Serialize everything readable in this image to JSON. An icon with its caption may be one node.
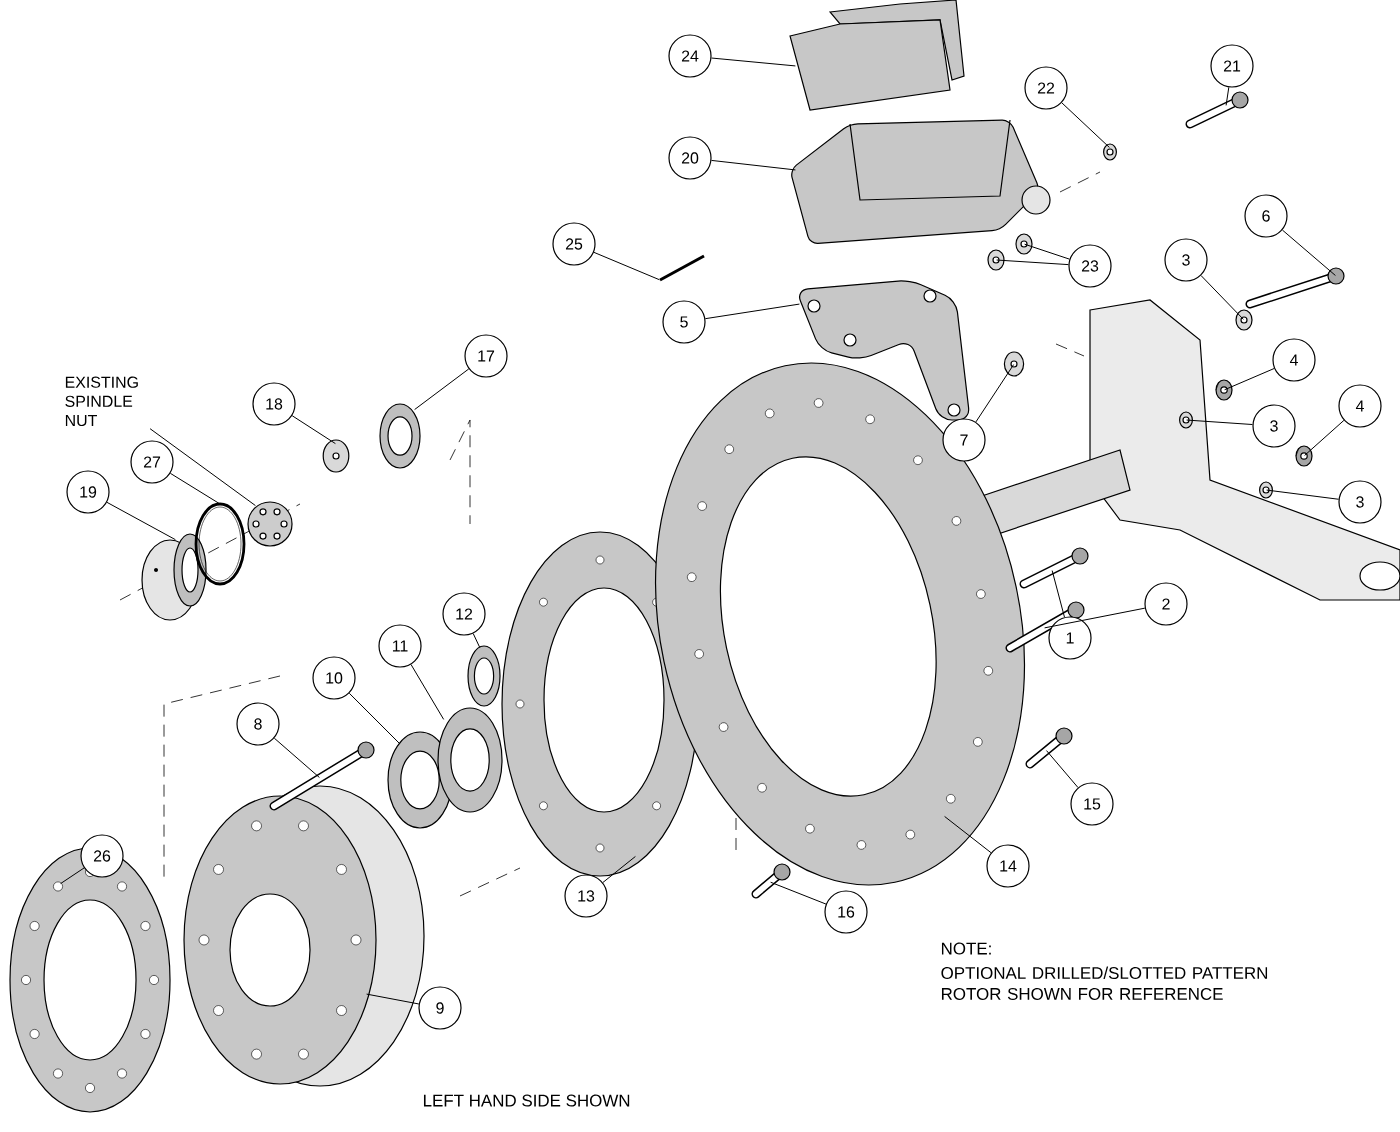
{
  "diagram": {
    "nodes": [
      {
        "text": [
          "1"
        ]
      },
      {
        "text": [
          "2"
        ]
      },
      {
        "text": [
          "3"
        ]
      },
      {
        "text": [
          "3"
        ]
      },
      {
        "text": [
          "3"
        ]
      },
      {
        "text": [
          "4"
        ]
      },
      {
        "text": [
          "4"
        ]
      },
      {
        "text": [
          "5"
        ]
      },
      {
        "text": [
          "6"
        ]
      },
      {
        "text": [
          "7"
        ]
      },
      {
        "text": [
          "8"
        ]
      },
      {
        "text": [
          "9"
        ]
      },
      {
        "text": [
          "10"
        ]
      },
      {
        "text": [
          "11"
        ]
      },
      {
        "text": [
          "12"
        ]
      },
      {
        "text": [
          "13"
        ]
      },
      {
        "text": [
          "14"
        ]
      },
      {
        "text": [
          "15"
        ]
      },
      {
        "text": [
          "16"
        ]
      },
      {
        "text": [
          "17"
        ]
      },
      {
        "text": [
          "18"
        ]
      },
      {
        "text": [
          "19"
        ]
      },
      {
        "text": [
          "20"
        ]
      },
      {
        "text": [
          "21"
        ]
      },
      {
        "text": [
          "22"
        ]
      },
      {
        "text": [
          "23"
        ]
      },
      {
        "text": [
          "24"
        ]
      },
      {
        "text": [
          "25"
        ]
      },
      {
        "text": [
          "26"
        ]
      },
      {
        "text": [
          "27"
        ]
      },
      {
        "text": [
          "EXISTING SPINDLE NUT"
        ]
      },
      {
        "text": [],
        "shape": "picture"
      },
      {
        "text": [],
        "shape": "picture"
      },
      {
        "text": [],
        "shape": "picture"
      },
      {
        "text": [],
        "shape": "picture"
      },
      {
        "text": [],
        "shape": "picture"
      },
      {
        "text": [],
        "shape": "picture"
      },
      {
        "text": [],
        "shape": "picture"
      },
      {
        "text": [],
        "shape": "picture"
      },
      {
        "text": [],
        "shape": "picture"
      },
      {
        "text": [],
        "shape": "picture"
      },
      {
        "text": [],
        "shape": "picture"
      },
      {
        "text": [],
        "shape": "picture"
      },
      {
        "text": [],
        "shape": "picture"
      },
      {
        "text": [],
        "shape": "picture"
      },
      {
        "text": [],
        "shape": "picture"
      },
      {
        "text": [],
        "shape": "picture"
      },
      {
        "text": [],
        "shape": "picture"
      },
      {
        "text": [],
        "shape": "picture"
      },
      {
        "text": [],
        "shape": "picture"
      },
      {
        "text": [],
        "shape": "picture"
      },
      {
        "text": [],
        "shape": "picture"
      },
      {
        "text": [],
        "shape": "picture"
      },
      {
        "text": [],
        "shape": "picture"
      },
      {
        "text": [],
        "shape": "picture"
      },
      {
        "text": [],
        "shape": "picture"
      },
      {
        "text": [],
        "shape": "picture"
      },
      {
        "text": [],
        "shape": "picture"
      },
      {
        "text": [],
        "shape": "picture"
      },
      {
        "text": [],
        "shape": "picture"
      },
      {
        "text": [],
        "shape": "picture"
      },
      {
        "text": [],
        "shape": "picture"
      },
      {
        "text": [],
        "shape": "picture"
      }
    ],
    "edges": [
      {
        "from": 0,
        "to": 31,
        "arrow": "none"
      },
      {
        "from": 1,
        "to": 32,
        "arrow": "none"
      },
      {
        "from": 2,
        "to": 33,
        "arrow": "none"
      },
      {
        "from": 3,
        "to": 34,
        "arrow": "none"
      },
      {
        "from": 4,
        "to": 35,
        "arrow": "none"
      },
      {
        "from": 5,
        "to": 36,
        "arrow": "none"
      },
      {
        "from": 6,
        "to": 37,
        "arrow": "none"
      },
      {
        "from": 7,
        "to": 38,
        "arrow": "none"
      },
      {
        "from": 8,
        "to": 39,
        "arrow": "none"
      },
      {
        "from": 9,
        "to": 40,
        "arrow": "none"
      },
      {
        "from": 10,
        "to": 41,
        "arrow": "none"
      },
      {
        "from": 11,
        "to": 42,
        "arrow": "none"
      },
      {
        "from": 12,
        "to": 43,
        "arrow": "none"
      },
      {
        "from": 13,
        "to": 44,
        "arrow": "none"
      },
      {
        "from": 14,
        "to": 45,
        "arrow": "none"
      },
      {
        "from": 15,
        "to": 46,
        "arrow": "none"
      },
      {
        "from": 16,
        "to": 47,
        "arrow": "none"
      },
      {
        "from": 17,
        "to": 48,
        "arrow": "none"
      },
      {
        "from": 18,
        "to": 49,
        "arrow": "none"
      },
      {
        "from": 19,
        "to": 50,
        "arrow": "none"
      },
      {
        "from": 20,
        "to": 51,
        "arrow": "none"
      },
      {
        "from": 21,
        "to": 52,
        "arrow": "none"
      },
      {
        "from": 22,
        "to": 53,
        "arrow": "none"
      },
      {
        "from": 23,
        "to": 54,
        "arrow": "none"
      },
      {
        "from": 24,
        "to": 55,
        "arrow": "none"
      },
      {
        "from": 25,
        "to": 56,
        "arrow": "none"
      },
      {
        "from": 25,
        "to": 57,
        "arrow": "none"
      },
      {
        "from": 26,
        "to": 58,
        "arrow": "none"
      },
      {
        "from": 27,
        "to": 59,
        "arrow": "none"
      },
      {
        "from": 28,
        "to": 60,
        "arrow": "none"
      },
      {
        "from": 29,
        "to": 61,
        "arrow": "none"
      },
      {
        "from": 30,
        "to": 62,
        "arrow": "none"
      }
    ],
    "labels": [
      "NOTE:",
      "OPTIONAL DRILLED/SLOTTED PATTERN ROTOR SHOWN FOR REFERENCE",
      "LEFT HAND SIDE SHOWN"
    ]
  }
}
